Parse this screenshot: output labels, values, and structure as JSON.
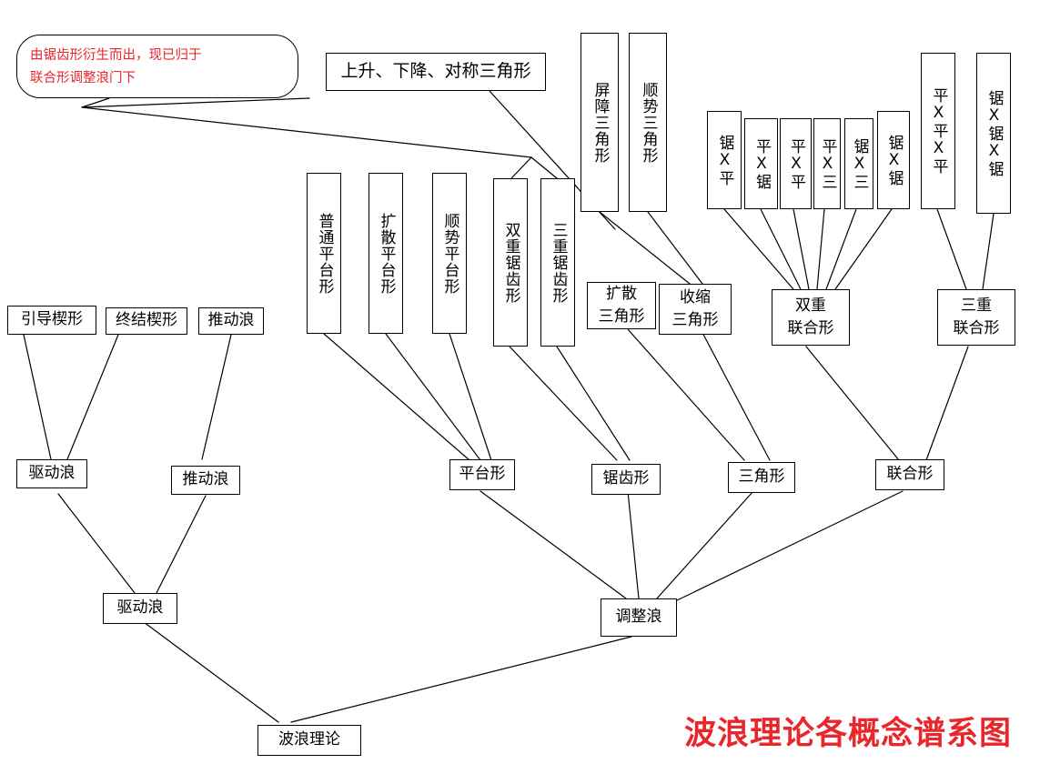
{
  "title": {
    "text": "波浪理论各概念谱系图",
    "color": "#e8262b"
  },
  "callout": {
    "line1": "由锯齿形衍生而出，现已归于",
    "line2": "联合形调整浪门下",
    "color": "#e8262b"
  },
  "nodes": {
    "rising_falling_symmetric_triangle": "上升、下降、对称三角形",
    "barrier_triangle": "屏障三角形",
    "running_triangle": "顺势三角形",
    "saw_x_flat": "锯X平",
    "flat_x_saw": "平X锯",
    "flat_x_flat": "平X平",
    "flat_x_tri": "平X三",
    "saw_x_tri": "锯X三",
    "saw_x_saw": "锯X锯",
    "flat_x_flat_x_flat": "平X平X平",
    "saw_x_saw_x_saw": "锯X锯X锯",
    "normal_flat": "普通平台形",
    "expanding_flat": "扩散平台形",
    "running_flat": "顺势平台形",
    "double_zigzag": "双重锯齿形",
    "triple_zigzag": "三重锯齿形",
    "leading_diagonal": "引导楔形",
    "ending_diagonal": "终结楔形",
    "impulse_top": "推动浪",
    "expanding_triangle_l1": "扩散",
    "expanding_triangle_l2": "三角形",
    "contracting_triangle_l1": "收缩",
    "contracting_triangle_l2": "三角形",
    "double_combination_l1": "双重",
    "double_combination_l2": "联合形",
    "triple_combination_l1": "三重",
    "triple_combination_l2": "联合形",
    "motive_wave_mid": "驱动浪",
    "impulse_mid": "推动浪",
    "flat": "平台形",
    "zigzag": "锯齿形",
    "triangle": "三角形",
    "combination": "联合形",
    "motive_wave": "驱动浪",
    "corrective_wave": "调整浪",
    "wave_theory": "波浪理论"
  },
  "style": {
    "line_color": "#000000",
    "box_border": "#000000",
    "background": "#ffffff"
  }
}
